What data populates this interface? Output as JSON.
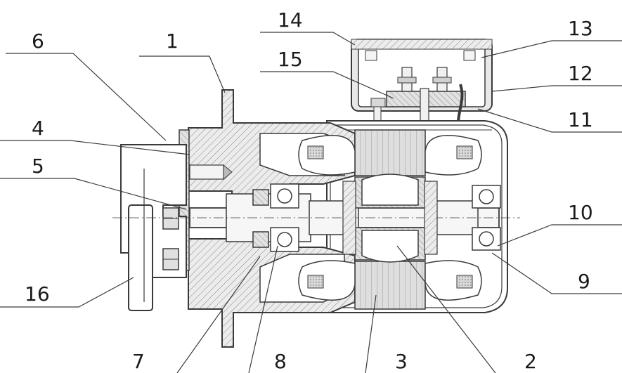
{
  "diagram": {
    "labels": [
      {
        "id": "1",
        "text": "1"
      },
      {
        "id": "2",
        "text": "2"
      },
      {
        "id": "3",
        "text": "3"
      },
      {
        "id": "4",
        "text": "4"
      },
      {
        "id": "5",
        "text": "5"
      },
      {
        "id": "6",
        "text": "6"
      },
      {
        "id": "7",
        "text": "7"
      },
      {
        "id": "8",
        "text": "8"
      },
      {
        "id": "9",
        "text": "9"
      },
      {
        "id": "10",
        "text": "10"
      },
      {
        "id": "11",
        "text": "11"
      },
      {
        "id": "12",
        "text": "12"
      },
      {
        "id": "13",
        "text": "13"
      },
      {
        "id": "14",
        "text": "14"
      },
      {
        "id": "15",
        "text": "15"
      },
      {
        "id": "16",
        "text": "16"
      }
    ],
    "colors": {
      "line": "#3a3a3a",
      "hatch": "#8a8a8a",
      "fill": "#e6e6e6",
      "background": "#ffffff"
    }
  }
}
